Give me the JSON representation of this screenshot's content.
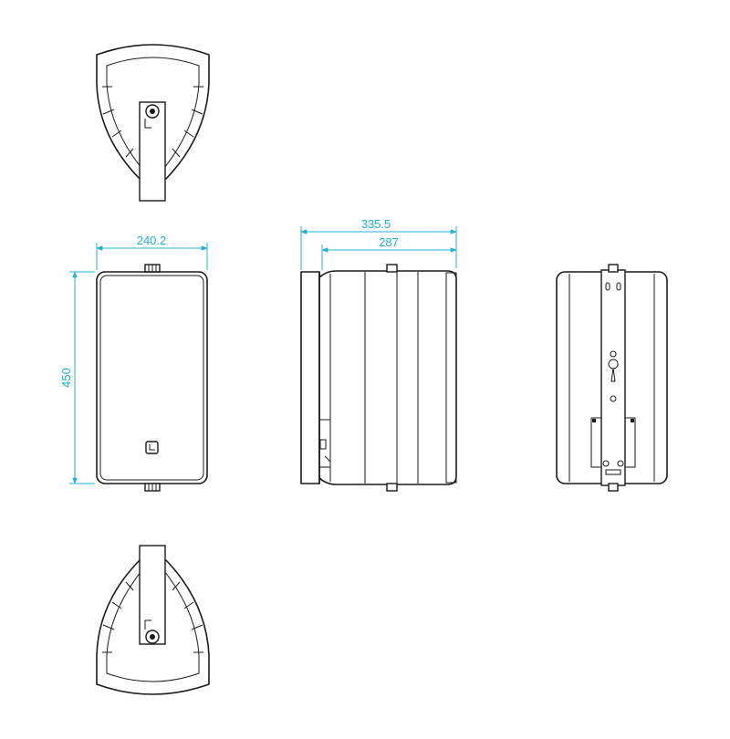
{
  "dimensions": {
    "front_width": "240.2",
    "front_height": "450",
    "side_overall_depth": "335.5",
    "side_cabinet_depth": "287"
  },
  "colors": {
    "outline": "#1a1a1a",
    "dimension": "#1fb3d0",
    "background": "#ffffff"
  },
  "icons": {
    "front_logo": "brand-logo-icon"
  }
}
